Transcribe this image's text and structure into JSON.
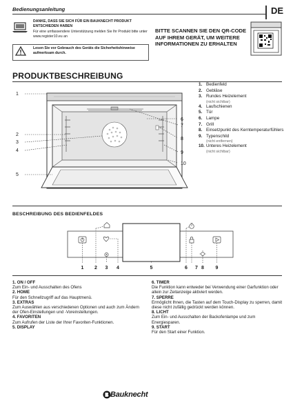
{
  "header": {
    "title": "Bedienungsanleitung",
    "lang": "DE"
  },
  "intro": {
    "thanks_title": "DANKE, DASS SIE SICH FÜR EIN BAUKNECHT PRODUKT ENTSCHIEDEN HABEN",
    "thanks_text": "Für eine umfassendere Unterstützung melden Sie Ihr Produkt bitte unter www.register10.eu an",
    "warning_text": "Lesen Sie vor Gebrauch des Geräts die Sicherheitshinweise aufmerksam durch.",
    "qr_text": "BITTE SCANNEN SIE DEN QR-CODE AUF IHREM GERÄT, UM WEITERE INFORMATIONEN ZU ERHALTEN"
  },
  "product_section": {
    "title": "PRODUKTBESCHREIBUNG",
    "callouts": [
      "1",
      "2",
      "3",
      "4",
      "5",
      "6",
      "7",
      "8",
      "9",
      "10"
    ],
    "parts": [
      {
        "num": "1.",
        "label": "Bedienfeld",
        "sub": ""
      },
      {
        "num": "2.",
        "label": "Gebläse",
        "sub": ""
      },
      {
        "num": "3.",
        "label": "Rundes Heizelement",
        "sub": "(nicht sichtbar)"
      },
      {
        "num": "4.",
        "label": "Laufschienen",
        "sub": ""
      },
      {
        "num": "5.",
        "label": "Tür",
        "sub": ""
      },
      {
        "num": "6.",
        "label": "Lampe",
        "sub": ""
      },
      {
        "num": "7.",
        "label": "Grill",
        "sub": ""
      },
      {
        "num": "8.",
        "label": "Einsetzpunkt des Kerntemperaturfühlers",
        "sub": ""
      },
      {
        "num": "9.",
        "label": "Typenschild",
        "sub": "(nicht entfernen)"
      },
      {
        "num": "10.",
        "label": "Unteres Heizelement",
        "sub": "(nicht sichtbar)"
      }
    ]
  },
  "panel_section": {
    "title": "BESCHREIBUNG DES BEDIENFELDES",
    "numbers": [
      "1",
      "2",
      "3",
      "4",
      "5",
      "6",
      "7",
      "8",
      "9"
    ],
    "icons": [
      "power-icon",
      "home-icon",
      "heart-icon",
      "extras-icon",
      "timer-icon",
      "lock-icon",
      "light-icon",
      "start-icon"
    ]
  },
  "descriptions": {
    "left": [
      {
        "head": "1. ON / OFF",
        "text": "Zum Ein- und Ausschalten des Ofens"
      },
      {
        "head": "2. HOME",
        "text": "Für den Schnellzugriff auf das Hauptmenü."
      },
      {
        "head": "3. EXTRAS",
        "text": "Zum Auswählen aus verschiedenen Optionen und auch zum Ändern der Ofen-Einstellungen und -Voreinstellungen."
      },
      {
        "head": "4. FAVORITEN",
        "text": "Zum Aufrufen der Liste der Ihrer Favoriten-Funktionen."
      },
      {
        "head": "5. DISPLAY",
        "text": ""
      }
    ],
    "right": [
      {
        "head": "6. TIMER",
        "text": "Die Funktion kann entweder bei Verwendung einer Garfunktion oder allein zur Zeitanzeige aktiviert werden."
      },
      {
        "head": "7. SPERRE",
        "text": "Ermöglicht Ihnen, die Tasten auf dem Touch-Display zu sperren, damit diese nicht zufällig gedrückt werden können."
      },
      {
        "head": "8. LICHT",
        "text": "Zum Ein- und Ausschalten der Backofenlampe und zum Energiesparen."
      },
      {
        "head": "9. START",
        "text": "Für den Start einer Funktion."
      }
    ]
  },
  "footer": {
    "brand": "Bauknecht"
  }
}
